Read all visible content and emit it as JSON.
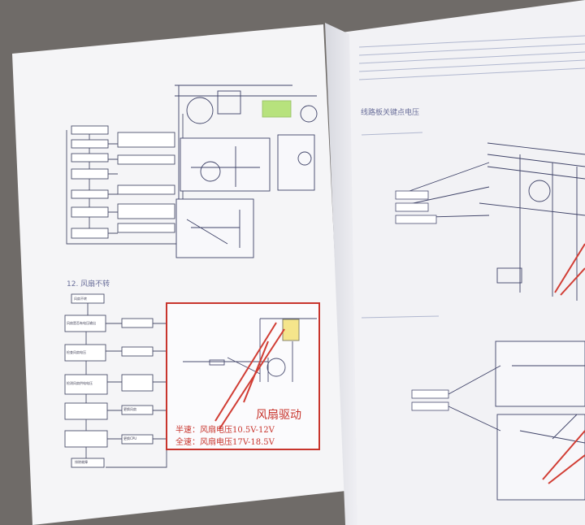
{
  "left_page": {
    "section1_title": "12. 风扇不转",
    "flow_box_labels": [
      "风扇不转",
      "风扇是否有电压输出",
      "检查风扇电压",
      "检测风扇供电电压",
      "更换风扇",
      "更换CPU",
      "排除故障"
    ],
    "fan_panel_title": "风扇驱动",
    "fan_note_line1": "半速：风扇电压10.5V-12V",
    "fan_note_line2": "全速：风扇电压17V-18.5V"
  },
  "right_page": {
    "section_heading": "线路板关键点电压"
  },
  "colors": {
    "page": "#f4f4f6",
    "ink": "#3f4368",
    "red": "#c8352d",
    "highlight": "#b7e27d"
  }
}
